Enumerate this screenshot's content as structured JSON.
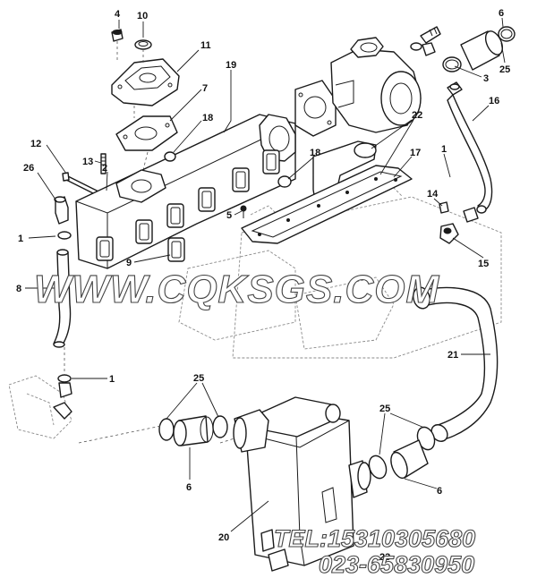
{
  "callouts": {
    "c1a": "1",
    "c1b": "1",
    "c1c": "1",
    "c2": "2",
    "c3": "3",
    "c4": "4",
    "c5": "5",
    "c6a": "6",
    "c6b": "6",
    "c6c": "6",
    "c7": "7",
    "c8": "8",
    "c9": "9",
    "c10": "10",
    "c11": "11",
    "c12": "12",
    "c13": "13",
    "c14": "14",
    "c15": "15",
    "c16": "16",
    "c17": "17",
    "c18a": "18",
    "c18b": "18",
    "c19": "19",
    "c20": "20",
    "c21": "21",
    "c22": "22",
    "c23": "23",
    "c25a": "25",
    "c25b": "25",
    "c25c": "25",
    "c26": "26"
  },
  "watermark": {
    "site": "WWW.CQKSGS.COM",
    "tel": "TEL:15310305680",
    "phone": "023-65830950"
  }
}
